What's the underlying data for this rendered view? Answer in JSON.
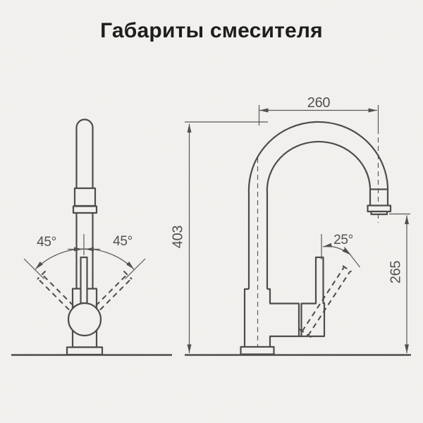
{
  "title": "Габариты смесителя",
  "front_view": {
    "swivel_left_label": "45°",
    "swivel_right_label": "45°"
  },
  "side_view": {
    "spout_reach_label": "260",
    "overall_height_label": "403",
    "spout_outlet_height_label": "265",
    "handle_tilt_label": "25°"
  },
  "colors": {
    "background": "#f4f2ef",
    "outline": "#4b4b4b",
    "dimension_lines": "#575757",
    "label_text": "#4f4f4f",
    "title_text": "#1b1b1b"
  }
}
